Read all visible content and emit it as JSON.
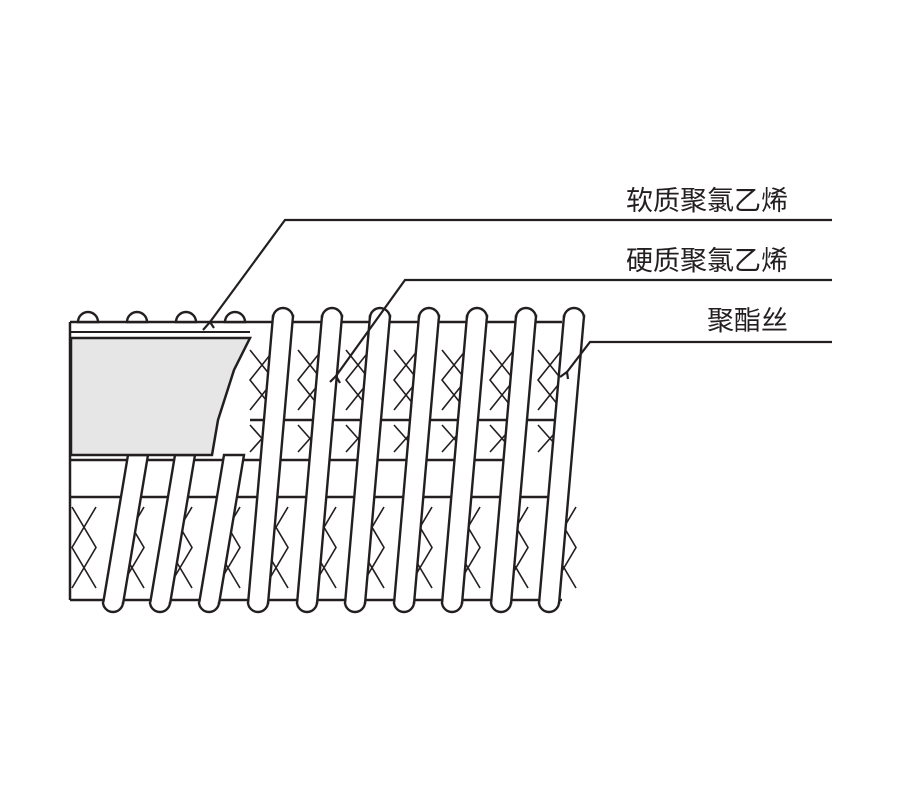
{
  "labels": {
    "soft_pvc": "软质聚氯乙烯",
    "hard_pvc": "硬质聚氯乙烯",
    "polyester": "聚酯丝"
  },
  "colors": {
    "line": "#231f20",
    "cutaway_fill": "#e6e6e6",
    "background": "#ffffff"
  }
}
